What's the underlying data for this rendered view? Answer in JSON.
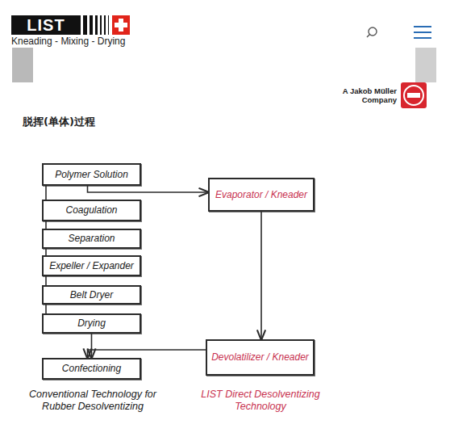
{
  "diagram": {
    "title": "脱挥(单体)过程",
    "nodes": [
      {
        "text": [
          "Polymer Solution"
        ]
      },
      {
        "text": [
          "Coagulation"
        ]
      },
      {
        "text": [
          "Separation"
        ]
      },
      {
        "text": [
          "Expeller / Expander"
        ]
      },
      {
        "text": [
          "Belt Dryer"
        ]
      },
      {
        "text": [
          "Drying"
        ]
      },
      {
        "text": [
          "Confectioning"
        ]
      },
      {
        "text": [
          "Evaporator / Kneader"
        ]
      },
      {
        "text": [
          "Devolatilizer / Kneader"
        ]
      }
    ],
    "edges": [
      {
        "from": 0,
        "to": 1,
        "arrow": "none"
      },
      {
        "from": 1,
        "to": 2,
        "arrow": "none"
      },
      {
        "from": 2,
        "to": 3,
        "arrow": "none"
      },
      {
        "from": 3,
        "to": 4,
        "arrow": "none"
      },
      {
        "from": 4,
        "to": 5,
        "arrow": "none"
      },
      {
        "from": 5,
        "to": 6,
        "arrow": "to"
      },
      {
        "from": 0,
        "to": 7,
        "arrow": "to"
      },
      {
        "from": 7,
        "to": 8,
        "arrow": "to"
      },
      {
        "from": 8,
        "to": 6,
        "arrow": "to"
      }
    ],
    "labels": [
      "LIST",
      "Kneading - Mixing - Drying",
      "A Jakob Müller Company",
      "Conventional Technology for Rubber Desolventizing",
      "LIST Direct Desolventizing Technology"
    ]
  }
}
